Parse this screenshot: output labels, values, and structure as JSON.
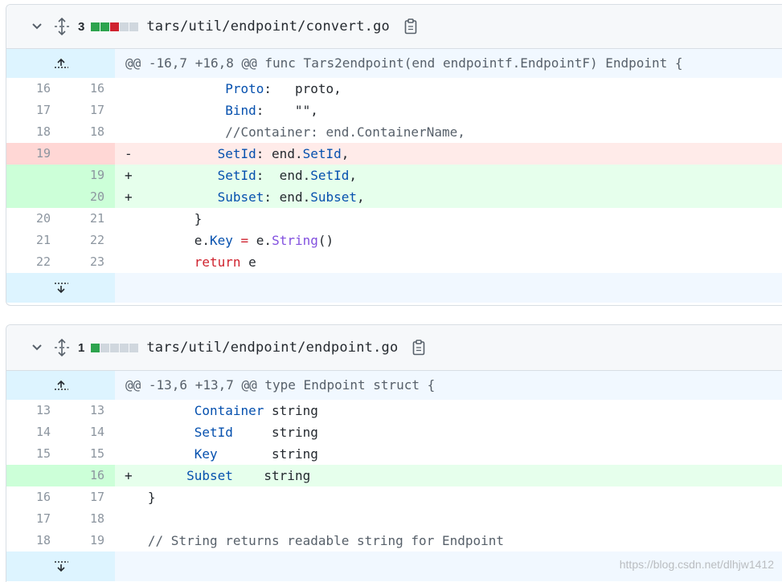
{
  "colors": {
    "add_block": "#2da44e",
    "del_block": "#cf222e",
    "neutral_block": "#d0d7de"
  },
  "files": [
    {
      "count": "3",
      "blocks": [
        "add",
        "add",
        "del",
        "neutral",
        "neutral"
      ],
      "filename": "tars/util/endpoint/convert.go",
      "hunk_header": "@@ -16,7 +16,8 @@ func Tars2endpoint(end endpointf.EndpointF) Endpoint {",
      "lines": [
        {
          "type": "ctx",
          "old": "16",
          "new": "16",
          "sign": " ",
          "indent": "            ",
          "tokens": [
            {
              "t": "Proto",
              "c": "kw-blue"
            },
            {
              "t": ":   proto,",
              "c": ""
            }
          ]
        },
        {
          "type": "ctx",
          "old": "17",
          "new": "17",
          "sign": " ",
          "indent": "            ",
          "tokens": [
            {
              "t": "Bind",
              "c": "kw-blue"
            },
            {
              "t": ":    \"\",",
              "c": ""
            }
          ]
        },
        {
          "type": "ctx",
          "old": "18",
          "new": "18",
          "sign": " ",
          "indent": "            ",
          "tokens": [
            {
              "t": "//Container: end.ContainerName,",
              "c": "cm"
            }
          ]
        },
        {
          "type": "del",
          "old": "19",
          "new": "",
          "sign": "-",
          "indent": "           ",
          "tokens": [
            {
              "t": "SetId",
              "c": "kw-blue"
            },
            {
              "t": ": end.",
              "c": ""
            },
            {
              "t": "SetId",
              "c": "kw-blue"
            },
            {
              "t": ",",
              "c": ""
            }
          ]
        },
        {
          "type": "add",
          "old": "",
          "new": "19",
          "sign": "+",
          "indent": "           ",
          "tokens": [
            {
              "t": "SetId",
              "c": "kw-blue"
            },
            {
              "t": ":  end.",
              "c": ""
            },
            {
              "t": "SetId",
              "c": "kw-blue"
            },
            {
              "t": ",",
              "c": ""
            }
          ]
        },
        {
          "type": "add",
          "old": "",
          "new": "20",
          "sign": "+",
          "indent": "           ",
          "tokens": [
            {
              "t": "Subset",
              "c": "kw-blue"
            },
            {
              "t": ": end.",
              "c": ""
            },
            {
              "t": "Subset",
              "c": "kw-blue"
            },
            {
              "t": ",",
              "c": ""
            }
          ]
        },
        {
          "type": "ctx",
          "old": "20",
          "new": "21",
          "sign": " ",
          "indent": "        ",
          "tokens": [
            {
              "t": "}",
              "c": ""
            }
          ]
        },
        {
          "type": "ctx",
          "old": "21",
          "new": "22",
          "sign": " ",
          "indent": "        ",
          "tokens": [
            {
              "t": "e.",
              "c": ""
            },
            {
              "t": "Key",
              "c": "kw-blue"
            },
            {
              "t": " ",
              "c": ""
            },
            {
              "t": "=",
              "c": "kw-red"
            },
            {
              "t": " e.",
              "c": ""
            },
            {
              "t": "String",
              "c": "kw-purple"
            },
            {
              "t": "()",
              "c": ""
            }
          ]
        },
        {
          "type": "ctx",
          "old": "22",
          "new": "23",
          "sign": " ",
          "indent": "        ",
          "tokens": [
            {
              "t": "return",
              "c": "kw-red"
            },
            {
              "t": " e",
              "c": ""
            }
          ]
        }
      ]
    },
    {
      "count": "1",
      "blocks": [
        "add",
        "neutral",
        "neutral",
        "neutral",
        "neutral"
      ],
      "filename": "tars/util/endpoint/endpoint.go",
      "hunk_header": "@@ -13,6 +13,7 @@ type Endpoint struct {",
      "lines": [
        {
          "type": "ctx",
          "old": "13",
          "new": "13",
          "sign": " ",
          "indent": "        ",
          "tokens": [
            {
              "t": "Container",
              "c": "kw-blue"
            },
            {
              "t": " string",
              "c": ""
            }
          ]
        },
        {
          "type": "ctx",
          "old": "14",
          "new": "14",
          "sign": " ",
          "indent": "        ",
          "tokens": [
            {
              "t": "SetId",
              "c": "kw-blue"
            },
            {
              "t": "     string",
              "c": ""
            }
          ]
        },
        {
          "type": "ctx",
          "old": "15",
          "new": "15",
          "sign": " ",
          "indent": "        ",
          "tokens": [
            {
              "t": "Key",
              "c": "kw-blue"
            },
            {
              "t": "       string",
              "c": ""
            }
          ]
        },
        {
          "type": "add",
          "old": "",
          "new": "16",
          "sign": "+",
          "indent": "       ",
          "tokens": [
            {
              "t": "Subset",
              "c": "kw-blue"
            },
            {
              "t": "    string",
              "c": ""
            }
          ]
        },
        {
          "type": "ctx",
          "old": "16",
          "new": "17",
          "sign": " ",
          "indent": "  ",
          "tokens": [
            {
              "t": "}",
              "c": ""
            }
          ]
        },
        {
          "type": "ctx",
          "old": "17",
          "new": "18",
          "sign": " ",
          "indent": "",
          "tokens": [
            {
              "t": "",
              "c": ""
            }
          ]
        },
        {
          "type": "ctx",
          "old": "18",
          "new": "19",
          "sign": " ",
          "indent": "  ",
          "tokens": [
            {
              "t": "// String returns readable string for Endpoint",
              "c": "cm"
            }
          ]
        }
      ]
    }
  ],
  "watermark": "https://blog.csdn.net/dlhjw1412"
}
